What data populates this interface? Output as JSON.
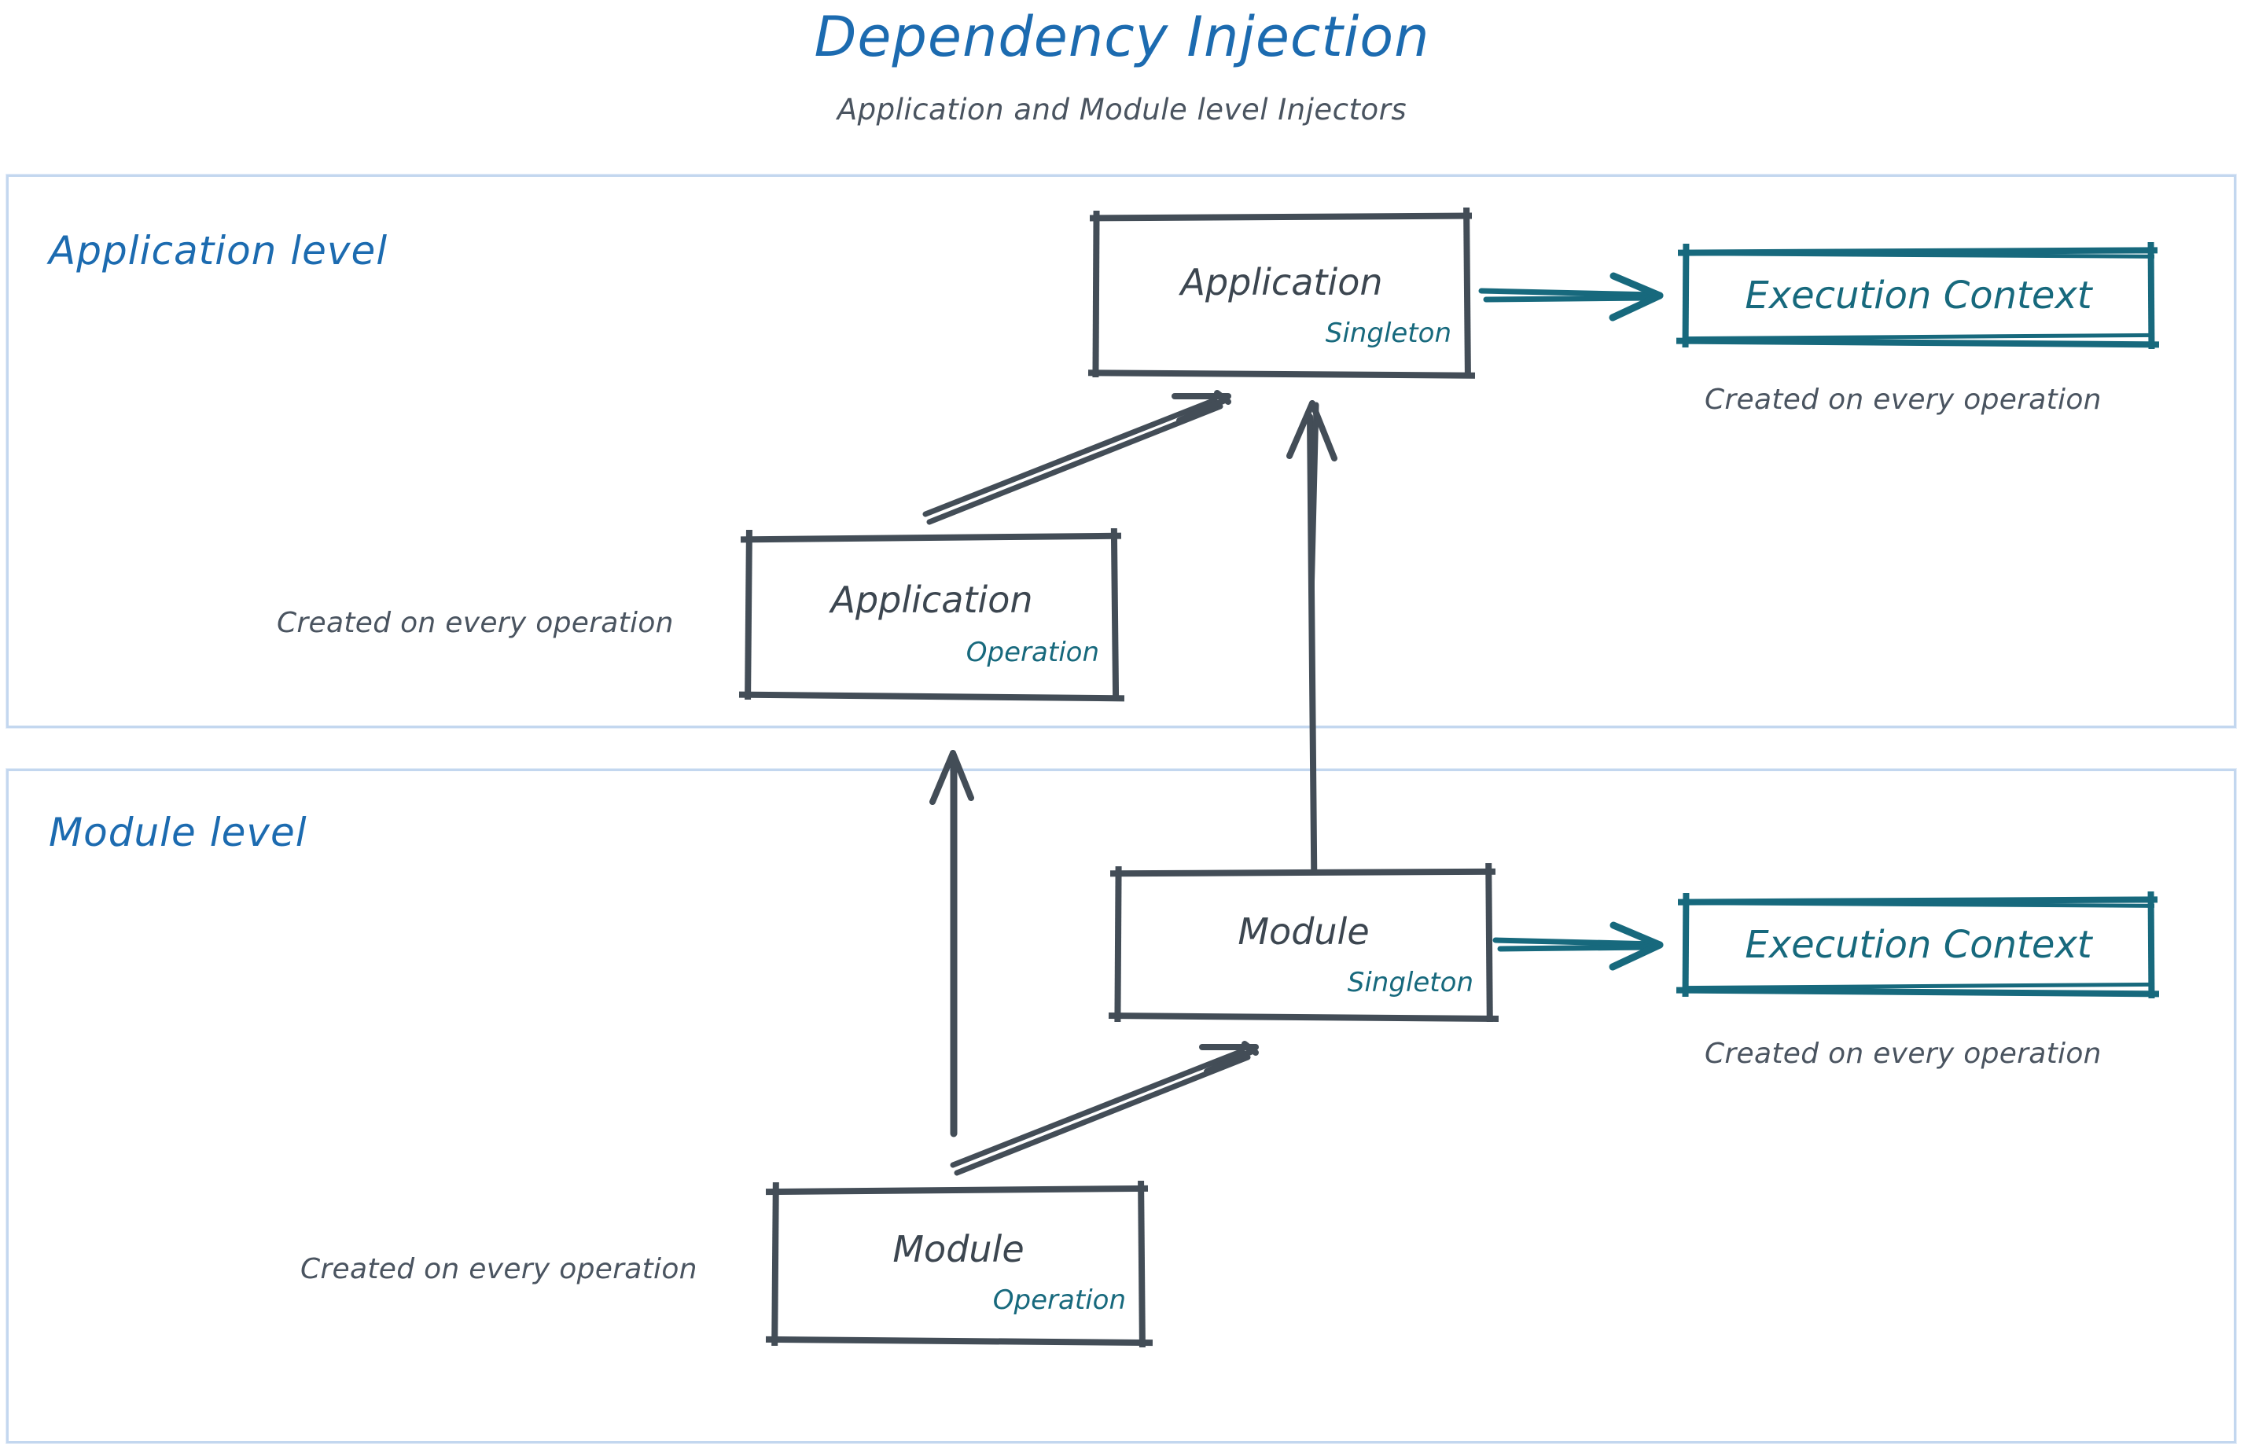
{
  "header": {
    "title": "Dependency Injection",
    "subtitle": "Application and Module level Injectors"
  },
  "colors": {
    "title_blue": "#1c6bb0",
    "panel_border": "#c3d7ef",
    "box_stroke": "#434d57",
    "accent_teal": "#17697d",
    "note_gray": "#4a5460",
    "background": "#ffffff"
  },
  "panels": [
    {
      "id": "application-level",
      "label": "Application level"
    },
    {
      "id": "module-level",
      "label": "Module level"
    }
  ],
  "nodes": {
    "application_singleton": {
      "title": "Application",
      "scope": "Singleton"
    },
    "application_operation": {
      "title": "Application",
      "scope": "Operation"
    },
    "module_singleton": {
      "title": "Module",
      "scope": "Singleton"
    },
    "module_operation": {
      "title": "Module",
      "scope": "Operation"
    },
    "execution_context_app": {
      "title": "Execution Context"
    },
    "execution_context_module": {
      "title": "Execution Context"
    }
  },
  "notes": {
    "app_exec_context": "Created on every operation",
    "app_operation": "Created on every operation",
    "module_exec_context": "Created on every operation",
    "module_operation": "Created on every operation"
  },
  "edges": [
    {
      "id": "app-singleton-to-exec-context",
      "from": "application_singleton",
      "to": "execution_context_app",
      "style": "teal-arrow"
    },
    {
      "id": "app-operation-to-app-singleton",
      "from": "application_operation",
      "to": "application_singleton",
      "style": "double-line-arrow"
    },
    {
      "id": "module-singleton-to-app-singleton",
      "from": "module_singleton",
      "to": "application_singleton",
      "style": "vertical-arrow"
    },
    {
      "id": "module-operation-to-app-operation",
      "from": "module_operation",
      "to": "application_operation",
      "style": "vertical-arrow"
    },
    {
      "id": "module-singleton-to-exec-context",
      "from": "module_singleton",
      "to": "execution_context_module",
      "style": "teal-arrow"
    },
    {
      "id": "module-operation-to-module-singleton",
      "from": "module_operation",
      "to": "module_singleton",
      "style": "double-line-arrow"
    }
  ]
}
